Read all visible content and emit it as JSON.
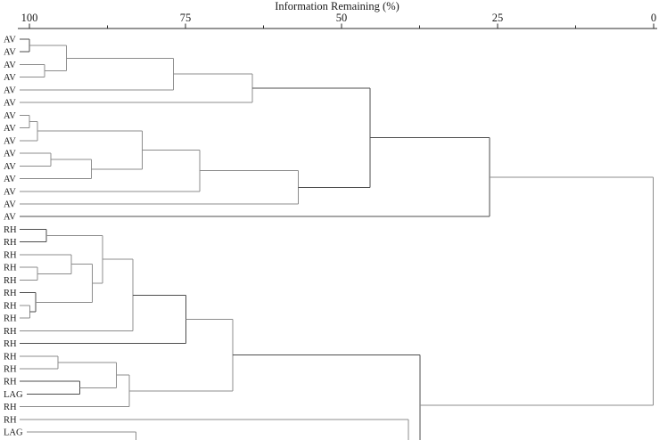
{
  "chart_data": {
    "type": "dendrogram",
    "title": "Information Remaining (%)",
    "axis": {
      "orientation": "top",
      "min": 0,
      "max": 100,
      "reversed_left_to_right": true,
      "major_ticks": [
        100,
        75,
        50,
        25,
        0
      ],
      "major_tick_labels": [
        "100",
        "75",
        "50",
        "25",
        "0"
      ],
      "minor_ticks": [
        87.5,
        62.5,
        37.5,
        12.5
      ]
    },
    "leaves": [
      "AV",
      "AV",
      "AV",
      "AV",
      "AV",
      "AV",
      "AV",
      "AV",
      "AV",
      "AV",
      "AV",
      "AV",
      "AV",
      "AV",
      "AV",
      "RH",
      "RH",
      "RH",
      "RH",
      "RH",
      "RH",
      "RH",
      "RH",
      "RH",
      "RH",
      "RH",
      "RH",
      "RH",
      "LAG",
      "RH",
      "RH",
      "LAG"
    ],
    "note": "heights h are percent information remaining at each merge; clip entries are links continuing below the visible image edge",
    "trees": [
      {
        "h": 0.1,
        "c": [
          {
            "h": 26.3,
            "d": 1,
            "c": [
              {
                "h": 45.4,
                "d": 1,
                "c": [
                  {
                    "h": 64.3,
                    "c": [
                      {
                        "h": 76.9,
                        "c": [
                          {
                            "h": 94.1,
                            "c": [
                              {
                                "h": 100,
                                "d": 1,
                                "c": [
                                  {
                                    "leaf": 0
                                  },
                                  {
                                    "leaf": 1
                                  }
                                ]
                              },
                              {
                                "h": 97.6,
                                "c": [
                                  {
                                    "leaf": 2
                                  },
                                  {
                                    "leaf": 3
                                  }
                                ]
                              }
                            ]
                          },
                          {
                            "leaf": 4
                          }
                        ]
                      },
                      {
                        "leaf": 5
                      }
                    ]
                  },
                  {
                    "h": 56.9,
                    "c": [
                      {
                        "h": 72.7,
                        "c": [
                          {
                            "h": 81.9,
                            "c": [
                              {
                                "h": 98.7,
                                "c": [
                                  {
                                    "h": 100,
                                    "c": [
                                      {
                                        "leaf": 6
                                      },
                                      {
                                        "leaf": 7
                                      }
                                    ]
                                  },
                                  {
                                    "leaf": 8
                                  }
                                ]
                              },
                              {
                                "h": 90.1,
                                "c": [
                                  {
                                    "h": 96.6,
                                    "c": [
                                      {
                                        "leaf": 9
                                      },
                                      {
                                        "leaf": 10
                                      }
                                    ]
                                  },
                                  {
                                    "leaf": 11
                                  }
                                ]
                              }
                            ]
                          },
                          {
                            "leaf": 12
                          }
                        ]
                      },
                      {
                        "leaf": 13
                      }
                    ]
                  }
                ]
              },
              {
                "leaf": 14
              }
            ]
          },
          {
            "h": 37.4,
            "d": 1,
            "c": [
              {
                "h": 67.4,
                "c": [
                  {
                    "h": 74.9,
                    "d": 1,
                    "c": [
                      {
                        "h": 83.4,
                        "c": [
                          {
                            "h": 88.3,
                            "c": [
                              {
                                "h": 97.3,
                                "d": 1,
                                "c": [
                                  {
                                    "leaf": 15
                                  },
                                  {
                                    "leaf": 16
                                  }
                                ]
                              },
                              {
                                "h": 89.9,
                                "c": [
                                  {
                                    "h": 93.3,
                                    "c": [
                                      {
                                        "leaf": 17
                                      },
                                      {
                                        "h": 98.7,
                                        "c": [
                                          {
                                            "leaf": 18
                                          },
                                          {
                                            "leaf": 19
                                          }
                                        ]
                                      }
                                    ]
                                  },
                                  {
                                    "h": 99.0,
                                    "d": 1,
                                    "c": [
                                      {
                                        "leaf": 20
                                      },
                                      {
                                        "h": 99.9,
                                        "c": [
                                          {
                                            "leaf": 21
                                          },
                                          {
                                            "leaf": 22
                                          }
                                        ]
                                      }
                                    ]
                                  }
                                ]
                              }
                            ]
                          },
                          {
                            "leaf": 23
                          }
                        ]
                      },
                      {
                        "leaf": 24
                      }
                    ]
                  },
                  {
                    "h": 84.0,
                    "c": [
                      {
                        "h": 86.1,
                        "c": [
                          {
                            "h": 95.4,
                            "c": [
                              {
                                "leaf": 25
                              },
                              {
                                "leaf": 26
                              }
                            ]
                          },
                          {
                            "h": 91.9,
                            "d": 1,
                            "c": [
                              {
                                "leaf": 27
                              },
                              {
                                "leaf": 28
                              }
                            ]
                          }
                        ]
                      },
                      {
                        "leaf": 29
                      }
                    ]
                  }
                ]
              },
              {
                "clip": 511
              }
            ]
          }
        ]
      },
      {
        "h": 39.3,
        "c": [
          {
            "leaf": 30
          },
          {
            "clip": 511
          }
        ]
      },
      {
        "h": 82.9,
        "c": [
          {
            "leaf": 31
          },
          {
            "clip": 511
          }
        ]
      }
    ],
    "colors": {
      "link_default": "#8c8c8c",
      "link_dark": "#4d4d4d",
      "axis": "#2b2b2b",
      "label_text": "#1a1a1a"
    }
  }
}
